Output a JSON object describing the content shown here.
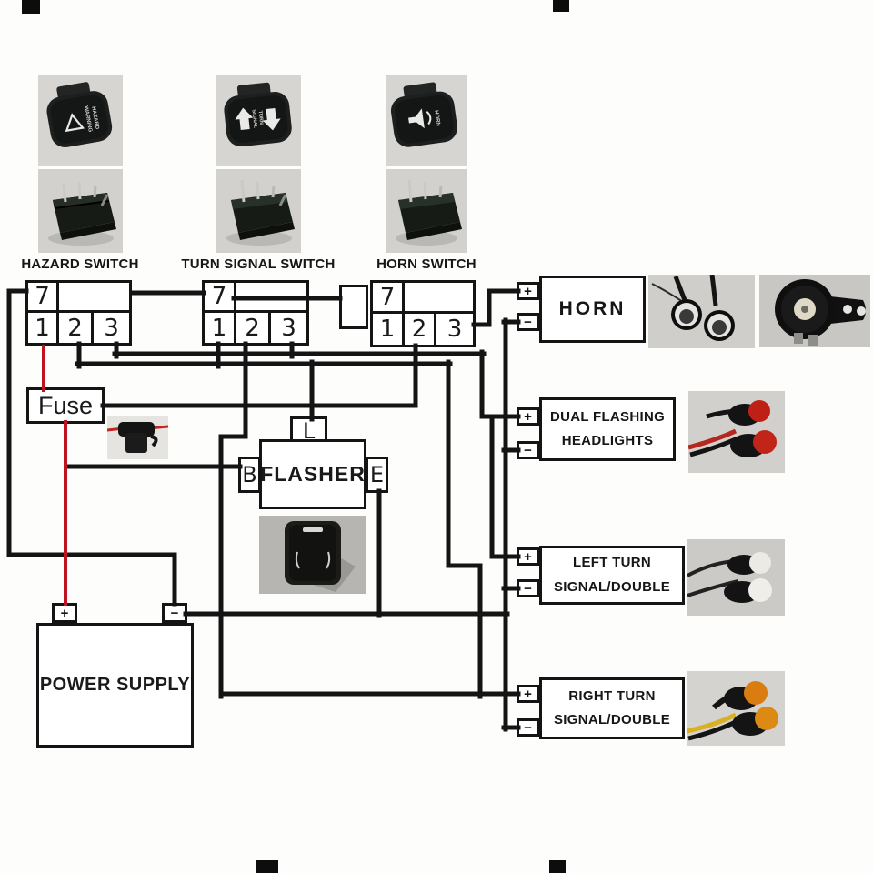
{
  "switches": [
    {
      "label": "HAZARD SWITCH"
    },
    {
      "label": "TURN SIGNAL SWITCH"
    },
    {
      "label": "HORN SWITCH"
    }
  ],
  "connector": {
    "top_pin": "7",
    "pins": [
      "1",
      "2",
      "3"
    ]
  },
  "fuse": {
    "label": "Fuse"
  },
  "flasher": {
    "label": "FLASHER",
    "terminals": {
      "load": "L",
      "battery": "B",
      "earth": "E"
    }
  },
  "power_supply": {
    "label": "POWER SUPPLY"
  },
  "loads": [
    {
      "line1": "HORN",
      "line2": ""
    },
    {
      "line1": "DUAL FLASHING",
      "line2": "HEADLIGHTS"
    },
    {
      "line1": "LEFT TURN",
      "line2": "SIGNAL/DOUBLE"
    },
    {
      "line1": "RIGHT TURN",
      "line2": "SIGNAL/DOUBLE"
    }
  ],
  "symbols": {
    "plus": "+",
    "minus": "−"
  },
  "colors": {
    "wire": "#141414",
    "power_wire": "#c01322",
    "box_border": "#141414",
    "photo_bg": "#d8d7d4",
    "background": "#ffffff"
  }
}
